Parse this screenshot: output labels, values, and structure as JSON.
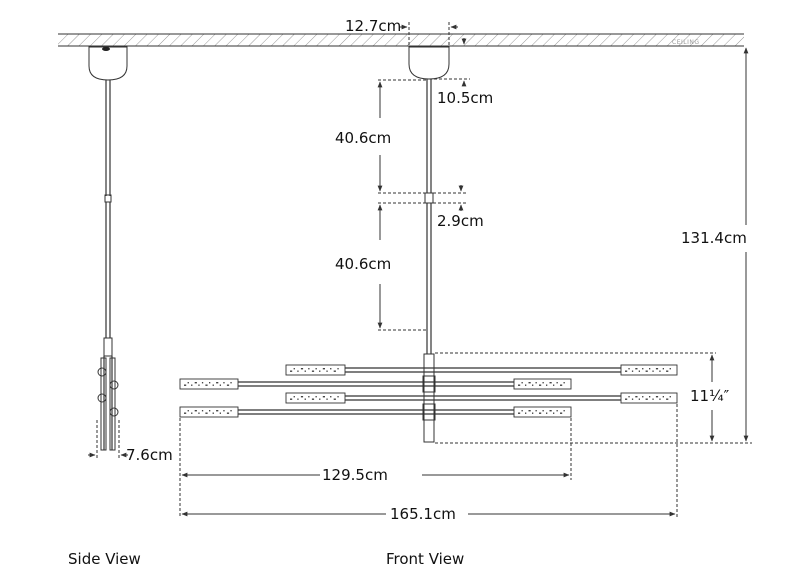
{
  "ceiling": {
    "label": "CEILING"
  },
  "dimensions": {
    "canopy_diameter": "12.7cm",
    "canopy_height": "10.5cm",
    "rod_upper": "40.6cm",
    "coupler": "2.9cm",
    "rod_lower": "40.6cm",
    "overall_height": "131.4cm",
    "fixture_height": "11¼″",
    "side_depth": "7.6cm",
    "short_bar_width": "129.5cm",
    "long_bar_width": "165.1cm"
  },
  "views": {
    "side": "Side View",
    "front": "Front View"
  },
  "colors": {
    "line": "#333333",
    "hatch": "#888888",
    "canopy_fill": "#f4f4f4"
  }
}
